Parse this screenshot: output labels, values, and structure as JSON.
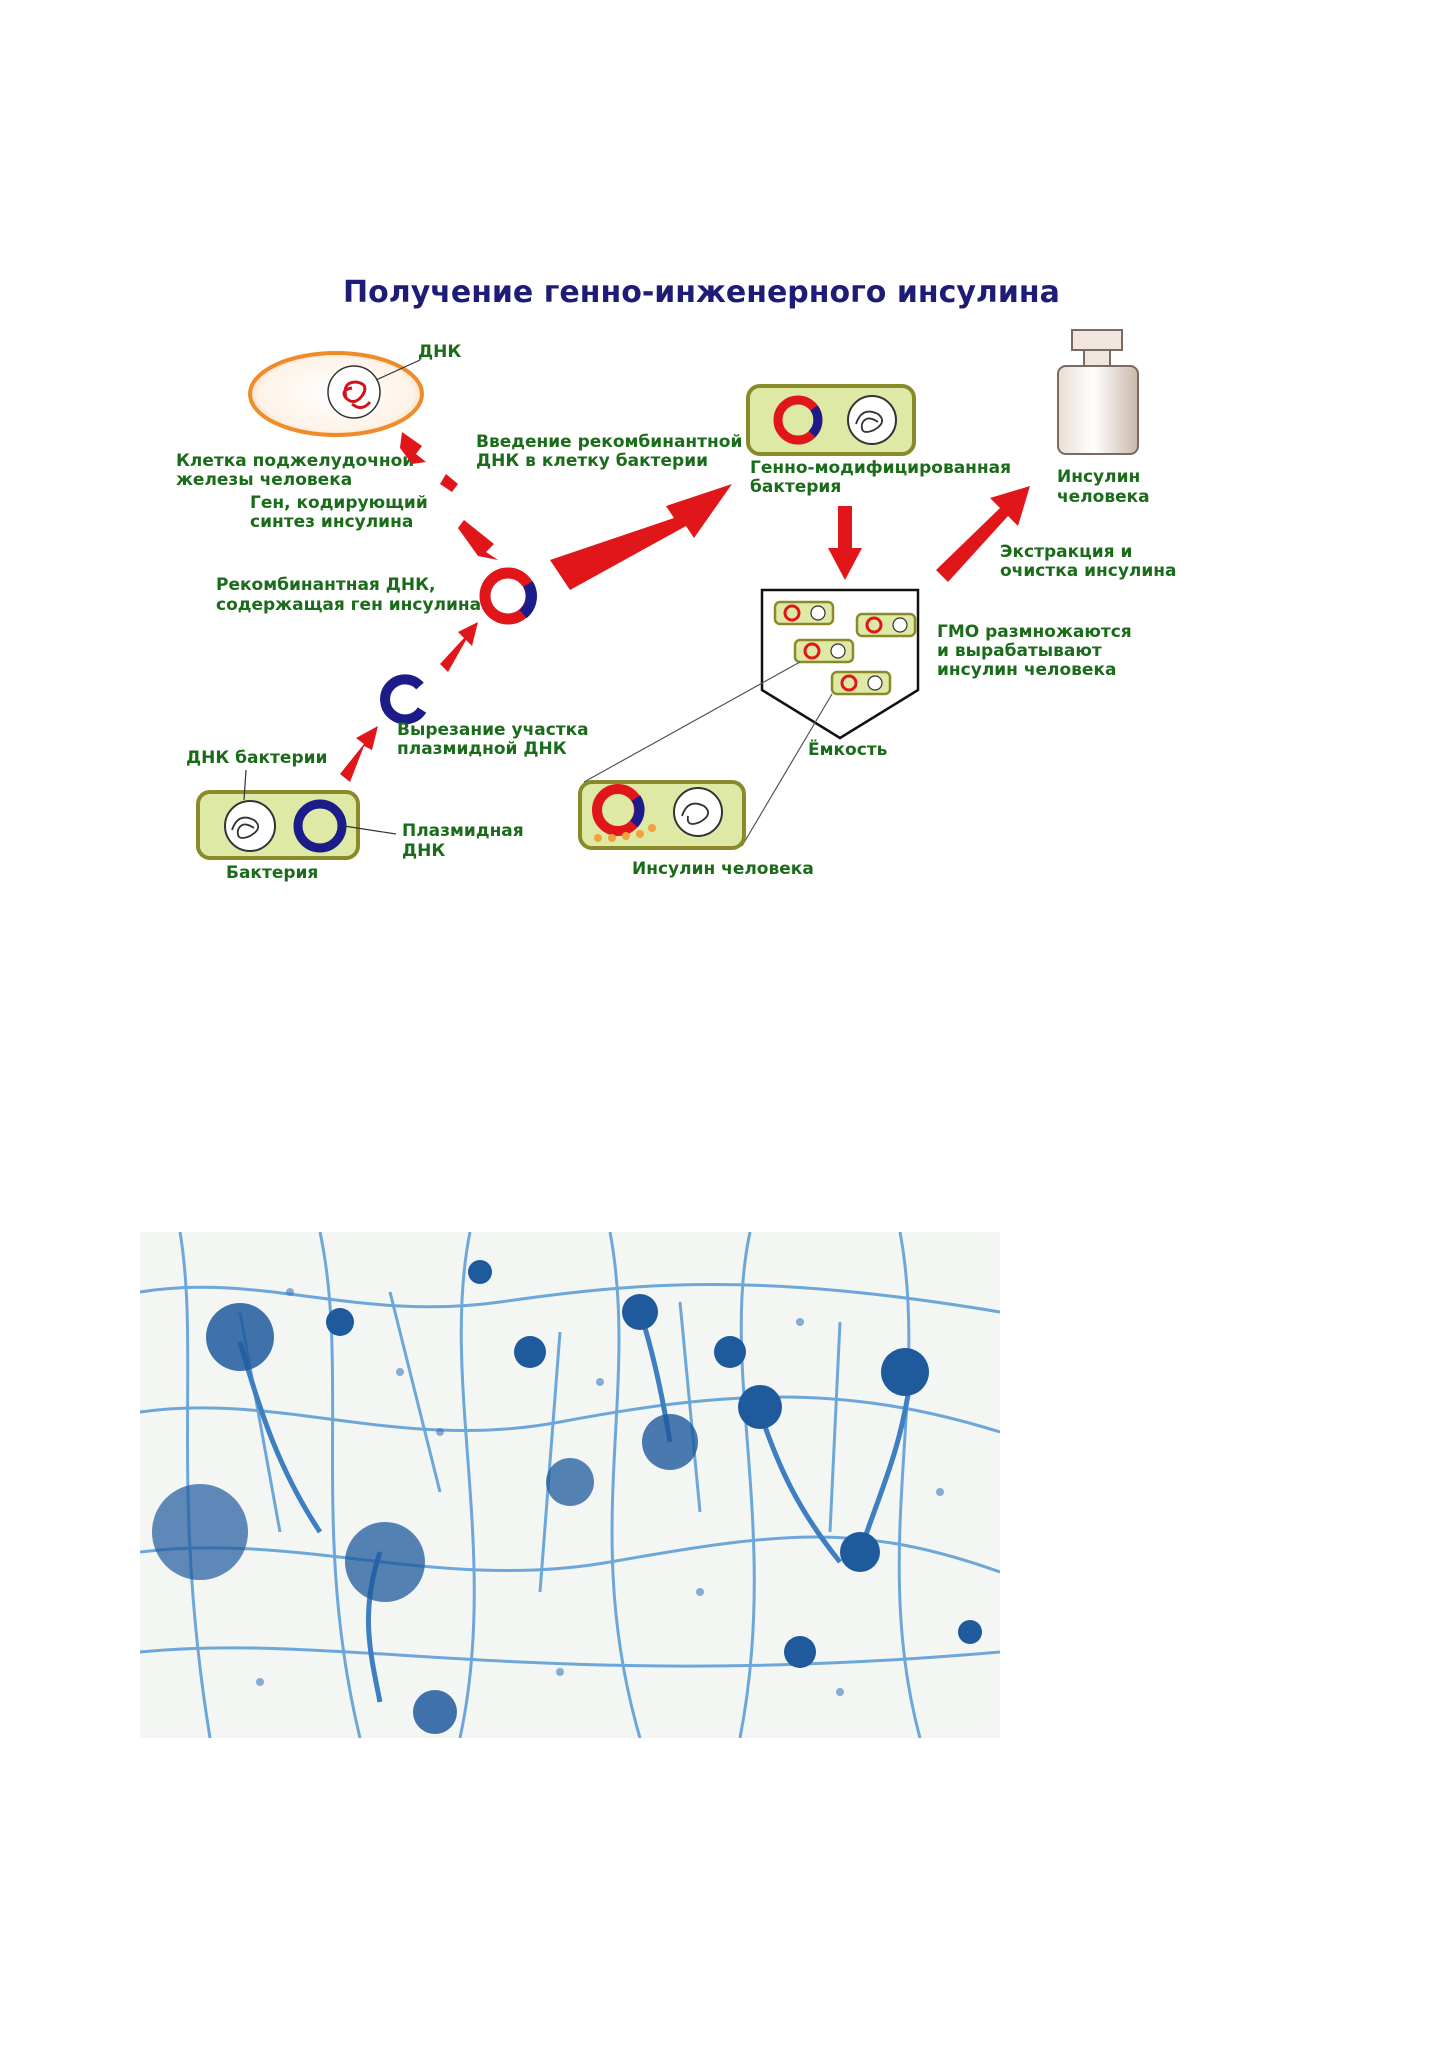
{
  "diagram": {
    "title": "Получение генно-инженерного инсулина",
    "labels": {
      "dna_top": "ДНК",
      "pancreas_cell_1": "Клетка поджелудочной",
      "pancreas_cell_2": "железы человека",
      "gene_1": "Ген, кодирующий",
      "gene_2": "синтез инсулина",
      "recombinant_1": "Рекомбинантная ДНК,",
      "recombinant_2": "содержащая ген инсулина",
      "introduction_1": "Введение рекомбинантной",
      "introduction_2": "ДНК в клетку бактерии",
      "gm_bacterium_1": "Генно-модифицированная",
      "gm_bacterium_2": "бактерия",
      "insulin_vial_1": "Инсулин",
      "insulin_vial_2": "человека",
      "extraction_1": "Экстракция и",
      "extraction_2": "очистка инсулина",
      "gmo_1": "ГМО размножаются",
      "gmo_2": "и вырабатывают",
      "gmo_3": "инсулин человека",
      "tank": "Ёмкость",
      "cut_1": "Вырезание участка",
      "cut_2": "плазмидной ДНК",
      "bacterial_dna": "ДНК бактерии",
      "plasmid_1": "Плазмидная",
      "plasmid_2": "ДНК",
      "bacterium": "Бактерия",
      "human_insulin": "Инсулин человека"
    }
  },
  "colors": {
    "title": "#1d1d78",
    "label": "#1a6b1a",
    "arrow": "#e0161b",
    "plasmid": "#1b1b8a",
    "bacterium_fill": "#dfe9a6",
    "bacterium_border": "#8a8a2a"
  }
}
